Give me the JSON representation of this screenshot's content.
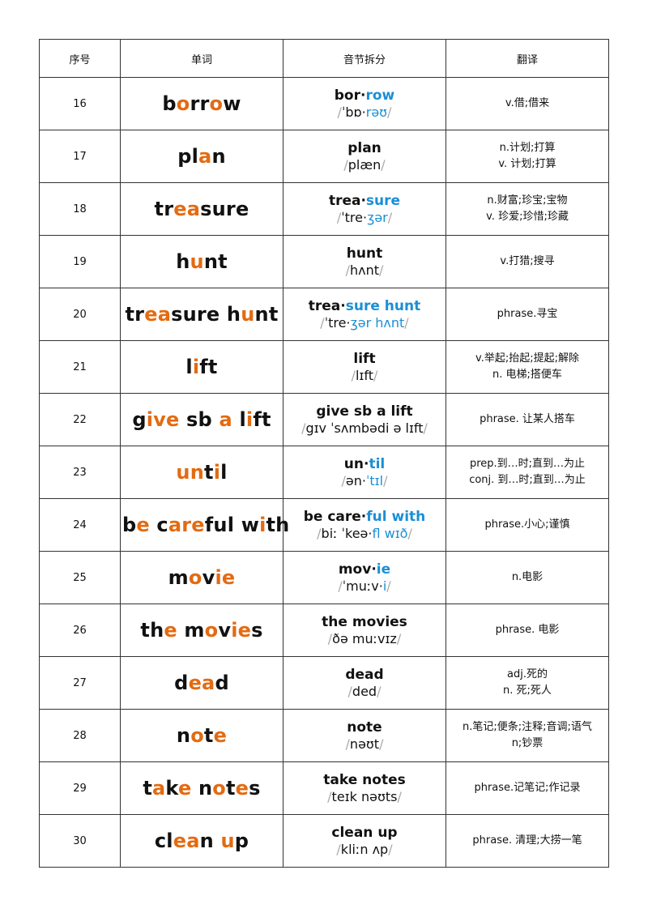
{
  "colors": {
    "orange_highlight": "#e36b12",
    "blue_highlight": "#1a8fd6",
    "border": "#333333"
  },
  "headers": [
    "序号",
    "单词",
    "音节拆分",
    "翻译"
  ],
  "rows": [
    {
      "num": "16",
      "word": [
        [
          "b",
          0
        ],
        [
          "o",
          1
        ],
        [
          "rr",
          0
        ],
        [
          "o",
          1
        ],
        [
          "w",
          0
        ]
      ],
      "syl": [
        [
          "bor·",
          0
        ],
        [
          "row",
          1
        ]
      ],
      "ipa": [
        [
          "ˈbɒ·",
          0
        ],
        [
          "rəʊ",
          1
        ]
      ],
      "meaning": [
        "v.借;借来"
      ]
    },
    {
      "num": "17",
      "word": [
        [
          "pl",
          0
        ],
        [
          "a",
          1
        ],
        [
          "n",
          0
        ]
      ],
      "syl": [
        [
          "plan",
          0
        ]
      ],
      "ipa": [
        [
          "plæn",
          0
        ]
      ],
      "meaning": [
        "n.计划;打算",
        "v. 计划;打算"
      ]
    },
    {
      "num": "18",
      "word": [
        [
          "tr",
          0
        ],
        [
          "ea",
          1
        ],
        [
          "sure",
          0
        ]
      ],
      "syl": [
        [
          "trea·",
          0
        ],
        [
          "sure",
          1
        ]
      ],
      "ipa": [
        [
          "ˈtre·",
          0
        ],
        [
          "ʒər",
          1
        ]
      ],
      "meaning": [
        "n.财富;珍宝;宝物",
        "v. 珍爱;珍惜;珍藏"
      ]
    },
    {
      "num": "19",
      "word": [
        [
          "h",
          0
        ],
        [
          "u",
          1
        ],
        [
          "nt",
          0
        ]
      ],
      "syl": [
        [
          "hunt",
          0
        ]
      ],
      "ipa": [
        [
          "hʌnt",
          0
        ]
      ],
      "meaning": [
        "v.打猎;搜寻"
      ]
    },
    {
      "num": "20",
      "word": [
        [
          "tr",
          0
        ],
        [
          "ea",
          1
        ],
        [
          "sure h",
          0
        ],
        [
          "u",
          1
        ],
        [
          "nt",
          0
        ]
      ],
      "syl": [
        [
          "trea·",
          0
        ],
        [
          "sure hunt",
          1
        ]
      ],
      "ipa": [
        [
          "ˈtre·",
          0
        ],
        [
          "ʒər hʌnt",
          1
        ]
      ],
      "meaning": [
        "phrase.寻宝"
      ]
    },
    {
      "num": "21",
      "word": [
        [
          "l",
          0
        ],
        [
          "i",
          1
        ],
        [
          "ft",
          0
        ]
      ],
      "syl": [
        [
          "lift",
          0
        ]
      ],
      "ipa": [
        [
          "lɪft",
          0
        ]
      ],
      "meaning": [
        "v.举起;抬起;提起;解除",
        "n. 电梯;搭便车"
      ]
    },
    {
      "num": "22",
      "word": [
        [
          "g",
          0
        ],
        [
          "ive",
          1
        ],
        [
          " sb ",
          0
        ],
        [
          "a",
          1
        ],
        [
          " l",
          0
        ],
        [
          "i",
          1
        ],
        [
          "ft",
          0
        ]
      ],
      "syl": [
        [
          "give sb a lift",
          0
        ]
      ],
      "ipa": [
        [
          "gɪv ˈsʌmbədi ə lɪft",
          0
        ]
      ],
      "meaning": [
        "phrase. 让某人搭车"
      ]
    },
    {
      "num": "23",
      "word": [
        [
          "un",
          1
        ],
        [
          "t",
          0
        ],
        [
          "i",
          1
        ],
        [
          "l",
          0
        ]
      ],
      "syl": [
        [
          "un·",
          0
        ],
        [
          "til",
          1
        ]
      ],
      "ipa": [
        [
          "ən·",
          0
        ],
        [
          "ˈtɪl",
          1
        ]
      ],
      "meaning": [
        "prep.到…时;直到…为止",
        "conj. 到…时;直到…为止"
      ]
    },
    {
      "num": "24",
      "word": [
        [
          "b",
          0
        ],
        [
          "e",
          1
        ],
        [
          " c",
          0
        ],
        [
          "are",
          1
        ],
        [
          "ful w",
          0
        ],
        [
          "i",
          1
        ],
        [
          "th",
          0
        ]
      ],
      "syl": [
        [
          "be care·",
          0
        ],
        [
          "ful with",
          1
        ]
      ],
      "ipa": [
        [
          "biː ˈkeə·",
          0
        ],
        [
          "fl wɪð",
          1
        ]
      ],
      "meaning": [
        "phrase.小心;谨慎"
      ]
    },
    {
      "num": "25",
      "word": [
        [
          "m",
          0
        ],
        [
          "o",
          1
        ],
        [
          "v",
          0
        ],
        [
          "ie",
          1
        ]
      ],
      "syl": [
        [
          "mov·",
          0
        ],
        [
          "ie",
          1
        ]
      ],
      "ipa": [
        [
          "ˈmuːv·",
          0
        ],
        [
          "i",
          1
        ]
      ],
      "meaning": [
        "n.电影"
      ]
    },
    {
      "num": "26",
      "word": [
        [
          "th",
          0
        ],
        [
          "e",
          1
        ],
        [
          " m",
          0
        ],
        [
          "o",
          1
        ],
        [
          "v",
          0
        ],
        [
          "ie",
          1
        ],
        [
          "s",
          0
        ]
      ],
      "syl": [
        [
          "the movies",
          0
        ]
      ],
      "ipa": [
        [
          "ðə muːvɪz",
          0
        ]
      ],
      "meaning": [
        "phrase. 电影"
      ]
    },
    {
      "num": "27",
      "word": [
        [
          "d",
          0
        ],
        [
          "ea",
          1
        ],
        [
          "d",
          0
        ]
      ],
      "syl": [
        [
          "dead",
          0
        ]
      ],
      "ipa": [
        [
          "ded",
          0
        ]
      ],
      "meaning": [
        "adj.死的",
        "n. 死;死人"
      ]
    },
    {
      "num": "28",
      "word": [
        [
          "n",
          0
        ],
        [
          "o",
          1
        ],
        [
          "t",
          0
        ],
        [
          "e",
          1
        ]
      ],
      "syl": [
        [
          "note",
          0
        ]
      ],
      "ipa": [
        [
          "nəʊt",
          0
        ]
      ],
      "meaning": [
        "n.笔记;便条;注释;音调;语气",
        "n;钞票"
      ]
    },
    {
      "num": "29",
      "word": [
        [
          "t",
          0
        ],
        [
          "a",
          1
        ],
        [
          "k",
          0
        ],
        [
          "e",
          1
        ],
        [
          " n",
          0
        ],
        [
          "o",
          1
        ],
        [
          "t",
          0
        ],
        [
          "e",
          1
        ],
        [
          "s",
          0
        ]
      ],
      "syl": [
        [
          "take notes",
          0
        ]
      ],
      "ipa": [
        [
          "teɪk nəʊts",
          0
        ]
      ],
      "meaning": [
        "phrase.记笔记;作记录"
      ]
    },
    {
      "num": "30",
      "word": [
        [
          "cl",
          0
        ],
        [
          "ea",
          1
        ],
        [
          "n ",
          0
        ],
        [
          "u",
          1
        ],
        [
          "p",
          0
        ]
      ],
      "syl": [
        [
          "clean up",
          0
        ]
      ],
      "ipa": [
        [
          "kliːn ʌp",
          0
        ]
      ],
      "meaning": [
        "phrase. 清理;大捞一笔"
      ]
    }
  ]
}
